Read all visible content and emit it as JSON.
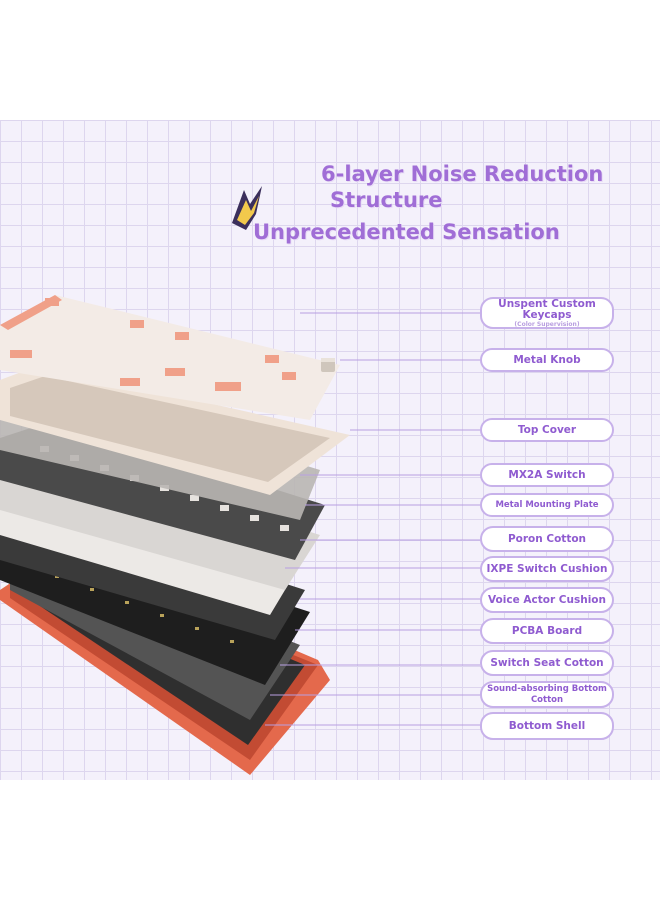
{
  "header": {
    "line1": "6-layer Noise Reduction",
    "line2": "Structure",
    "line3": "Unprecedented Sensation"
  },
  "layers": [
    {
      "label": "Unspent Custom Keycaps",
      "sub": "(Color Supervision)"
    },
    {
      "label": "Metal Knob"
    },
    {
      "label": "Top Cover"
    },
    {
      "label": "MX2A Switch"
    },
    {
      "label": "Metal Mounting Plate"
    },
    {
      "label": "Poron Cotton"
    },
    {
      "label": "IXPE Switch Cushion"
    },
    {
      "label": "Voice Actor Cushion"
    },
    {
      "label": "PCBA Board"
    },
    {
      "label": "Switch Seat Cotton"
    },
    {
      "label": "Sound-absorbing Bottom Cotton"
    },
    {
      "label": "Bottom Shell"
    }
  ],
  "colors": {
    "accent": "#a06ed6",
    "keycap_pink": "#f0a089",
    "keycap_cream": "#f3ebe6",
    "bottom_shell": "#e4694c",
    "plate": "#4a4a4a"
  },
  "icons": [
    "sparkle-icon"
  ]
}
